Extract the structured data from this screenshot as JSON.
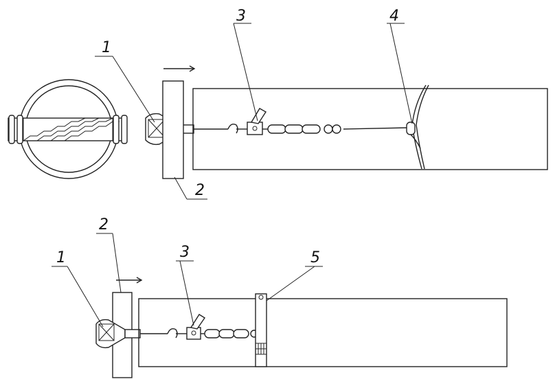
{
  "labels": {
    "top": {
      "socket": "1",
      "plate": "2",
      "tensioner": "3",
      "sling": "4"
    },
    "bottom": {
      "plate": "2",
      "socket": "1",
      "tensioner": "3",
      "strap": "5"
    }
  },
  "colors": {
    "line": "#222222",
    "background": "#ffffff"
  },
  "icons": {
    "direction": "arrow-right-icon"
  }
}
